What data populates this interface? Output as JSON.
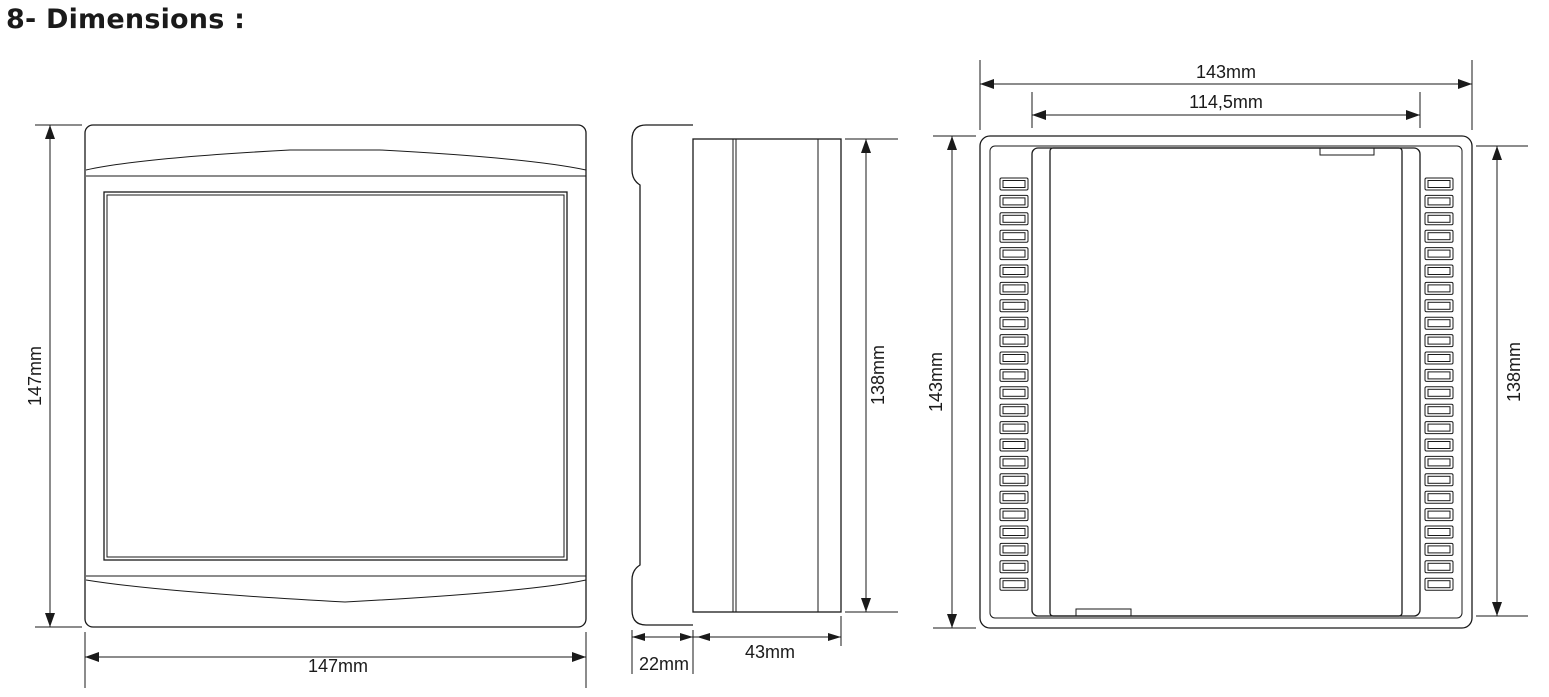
{
  "heading": "8- Dimensions :",
  "front_view": {
    "width_label": "147mm",
    "height_label": "147mm"
  },
  "side_view": {
    "height_label": "138mm",
    "front_depth_label": "22mm",
    "body_depth_label": "43mm"
  },
  "rear_view": {
    "outer_width_label": "143mm",
    "inner_width_label": "114,5mm",
    "outer_height_label": "143mm",
    "inner_height_label": "138mm",
    "terminals_per_side": 24
  }
}
